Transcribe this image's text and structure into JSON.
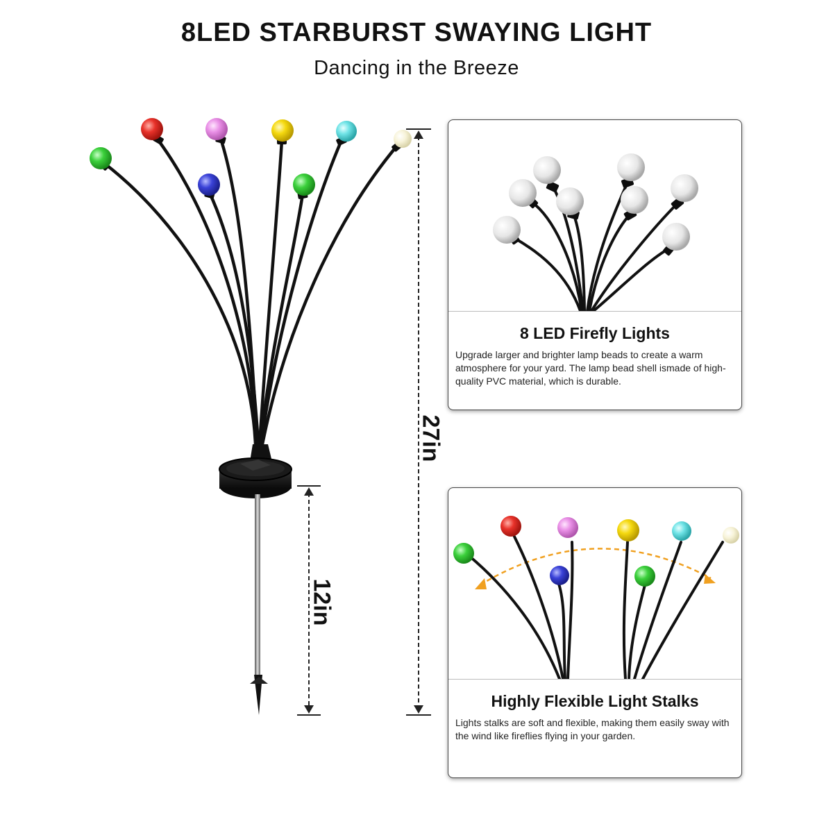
{
  "header": {
    "title": "8LED STARBURST SWAYING LIGHT",
    "subtitle": "Dancing in the Breeze"
  },
  "dimensions": {
    "total_height": "27in",
    "stake_height": "12in"
  },
  "features": [
    {
      "heading": "8 LED Firefly Lights",
      "body": "Upgrade larger and brighter lamp beads to create a warm atmosphere for your yard. The lamp bead shell ismade of high-quality PVC material, which is durable."
    },
    {
      "heading": "Highly Flexible Light Stalks",
      "body": "Lights stalks are soft and flexible, making them easily sway with the wind like fireflies flying in your garden."
    }
  ],
  "colors": {
    "bead_green": "#3bd03b",
    "bead_red": "#e8322a",
    "bead_pink": "#e98fe6",
    "bead_yellow": "#f5d90f",
    "bead_cyan": "#6fe3e6",
    "bead_warm_white": "#f3efcf",
    "bead_blue": "#3a42d8",
    "bead_white": "#eeeeee",
    "stalk": "#111111",
    "arrow": "#f0a020"
  },
  "icons": {
    "bead": "led-bead-icon",
    "base": "solar-base-icon",
    "arrow": "sway-arrow-icon"
  }
}
